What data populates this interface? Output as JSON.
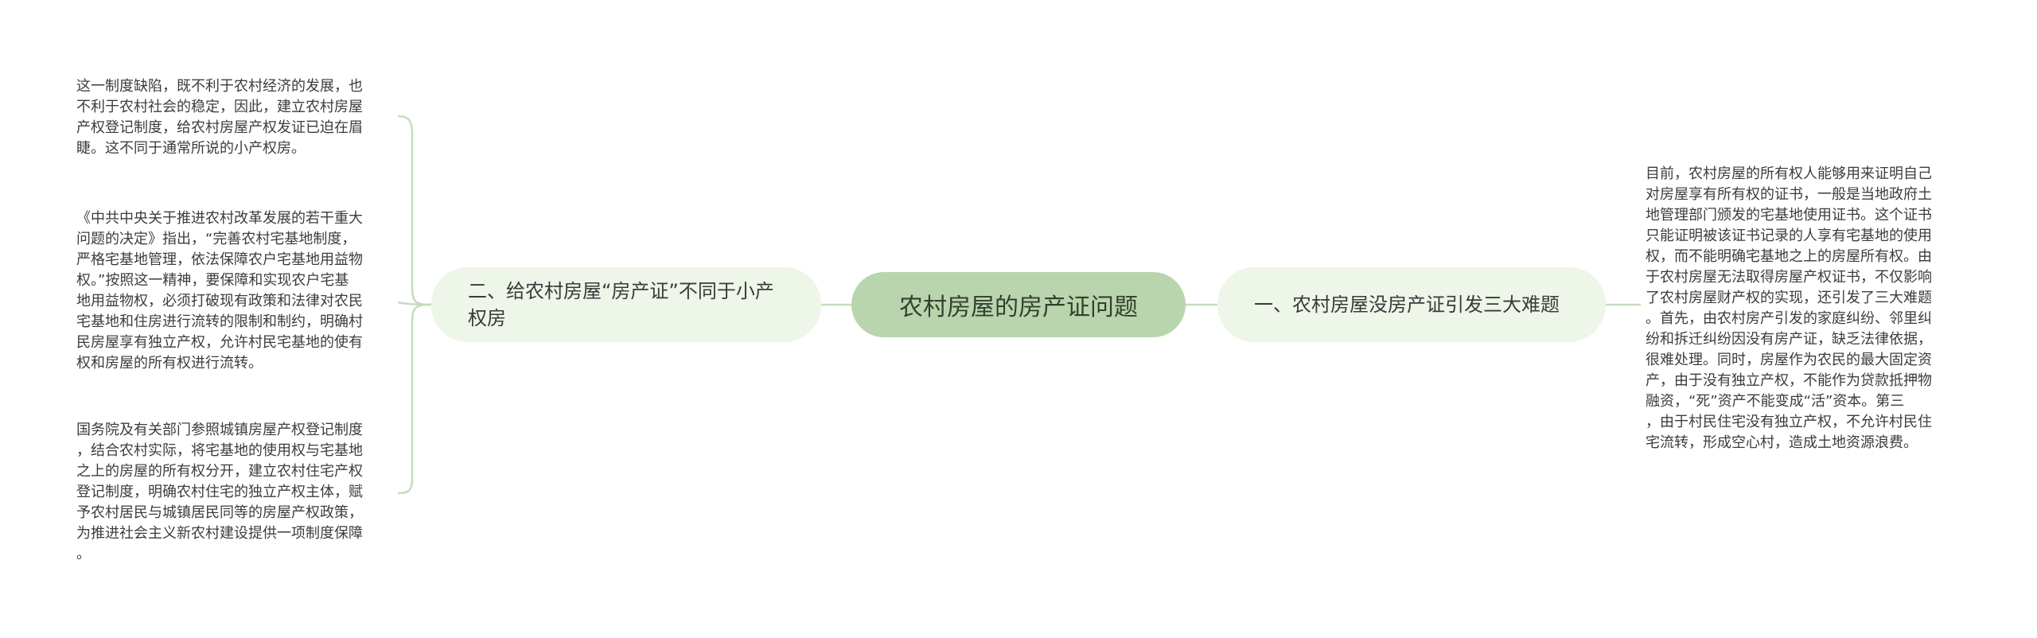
{
  "center": {
    "title": "农村房屋的房产证问题"
  },
  "branches": {
    "left": {
      "label": "二、给农村房屋“房产证”不同于小产权房"
    },
    "right": {
      "label": "一、农村房屋没房产证引发三大难题"
    }
  },
  "leaves": {
    "left": [
      "这一制度缺陷，既不利于农村经济的发展，也\n不利于农村社会的稳定，因此，建立农村房屋\n产权登记制度，给农村房屋产权发证已迫在眉\n睫。这不同于通常所说的小产权房。",
      "《中共中央关于推进农村改革发展的若干重大\n问题的决定》指出，“完善农村宅基地制度，\n严格宅基地管理，依法保障农户宅基地用益物\n权。”按照这一精神，要保障和实现农户宅基\n地用益物权，必须打破现有政策和法律对农民\n宅基地和住房进行流转的限制和制约，明确村\n民房屋享有独立产权，允许村民宅基地的使有\n权和房屋的所有权进行流转。",
      "国务院及有关部门参照城镇房屋产权登记制度\n，结合农村实际，将宅基地的使用权与宅基地\n之上的房屋的所有权分开，建立农村住宅产权\n登记制度，明确农村住宅的独立产权主体，赋\n予农村居民与城镇居民同等的房屋产权政策，\n为推进社会主义新农村建设提供一项制度保障\n。"
    ],
    "right": [
      "目前，农村房屋的所有权人能够用来证明自己\n对房屋享有所有权的证书，一般是当地政府土\n地管理部门颁发的宅基地使用证书。这个证书\n只能证明被该证书记录的人享有宅基地的使用\n权，而不能明确宅基地之上的房屋所有权。由\n于农村房屋无法取得房屋产权证书，不仅影响\n了农村房屋财产权的实现，还引发了三大难题\n。首先，由农村房产引发的家庭纠纷、邻里纠\n纷和拆迁纠纷因没有房产证，缺乏法律依据，\n很难处理。同时，房屋作为农民的最大固定资\n产，由于没有独立产权，不能作为贷款抵押物\n融资，“死”资产不能变成“活”资本。第三\n，由于村民住宅没有独立产权，不允许村民住\n宅流转，形成空心村，造成土地资源浪费。"
    ]
  },
  "colors": {
    "center_fill": "#b9d5ad",
    "branch_fill": "#eef5e9",
    "connector": "#c5dcba"
  }
}
